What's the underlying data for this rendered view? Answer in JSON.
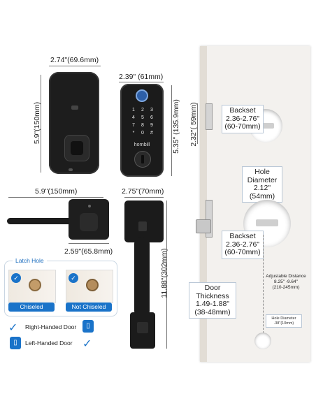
{
  "dimensions": {
    "front_width": "2.74\"(69.6mm)",
    "front_height": "5.9\"(150mm)",
    "keypad_width": "2.39\"  (61mm)",
    "keypad_height": "5.35\"  (135.9mm)",
    "door_gap": "2.32\"( 59mm)",
    "lever_length": "5.9\"(150mm)",
    "lever_rose": "2.59\"(65.8mm)",
    "handle_width": "2.75\"(70mm)",
    "handle_height": "11.88\"(302mm)"
  },
  "brand_mark": "hornbill",
  "keypad_keys": [
    "1",
    "2",
    "3",
    "4",
    "5",
    "6",
    "7",
    "8",
    "9",
    "*",
    "0",
    "#"
  ],
  "callouts": {
    "backset_top_title": "Backset",
    "backset_top_value": "2.36-2.76\"",
    "backset_top_mm": "(60-70mm)",
    "hole_diameter_title": "Hole Diameter",
    "hole_diameter_value": "2.12\"",
    "hole_diameter_mm": "(54mm)",
    "backset_bottom_title": "Backset",
    "backset_bottom_value": "2.36-2.76\"",
    "backset_bottom_mm": "(60-70mm)",
    "door_thickness_title": "Door Thickness",
    "door_thickness_value": "1.49-1.88\"",
    "door_thickness_mm": "(38-48mm)",
    "adjustable_title": "Adjustable Distance",
    "adjustable_value": "8.25\" -9.64\"",
    "adjustable_mm": "(210-245mm)",
    "small_hole_title": "Hole Diameter",
    "small_hole_value": ".38\"(10mm)"
  },
  "latch": {
    "title": "Latch Hole",
    "chiseled": "Chiseled",
    "not_chiseled": "Not Chiseled"
  },
  "legend": {
    "right_handed": "Right-Handed Door",
    "left_handed": "Left-Handed Door"
  },
  "colors": {
    "accent_blue": "#1a73c9",
    "lock_black": "#1b1b1b",
    "door_white": "#f3f1ee"
  }
}
